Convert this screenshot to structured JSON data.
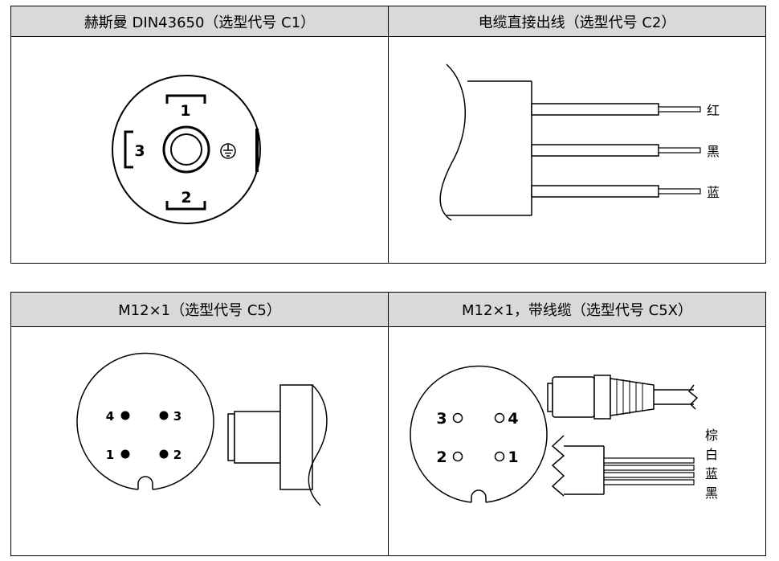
{
  "top_table": {
    "c1": {
      "title": "赫斯曼  DIN43650（选型代号 C1）",
      "pin_labels": [
        "1",
        "2",
        "3"
      ]
    },
    "c2": {
      "title": "电缆直接出线（选型代号 C2）",
      "wire_labels": [
        "红",
        "黑",
        "蓝"
      ]
    }
  },
  "bottom_table": {
    "c5": {
      "title": "M12×1（选型代号 C5）",
      "pin_labels": [
        "4",
        "3",
        "1",
        "2"
      ]
    },
    "c5x": {
      "title": "M12×1，带线缆（选型代号 C5X）",
      "pin_labels": [
        "3",
        "4",
        "2",
        "1"
      ],
      "wire_labels": [
        "棕",
        "白",
        "蓝",
        "黑"
      ]
    }
  }
}
